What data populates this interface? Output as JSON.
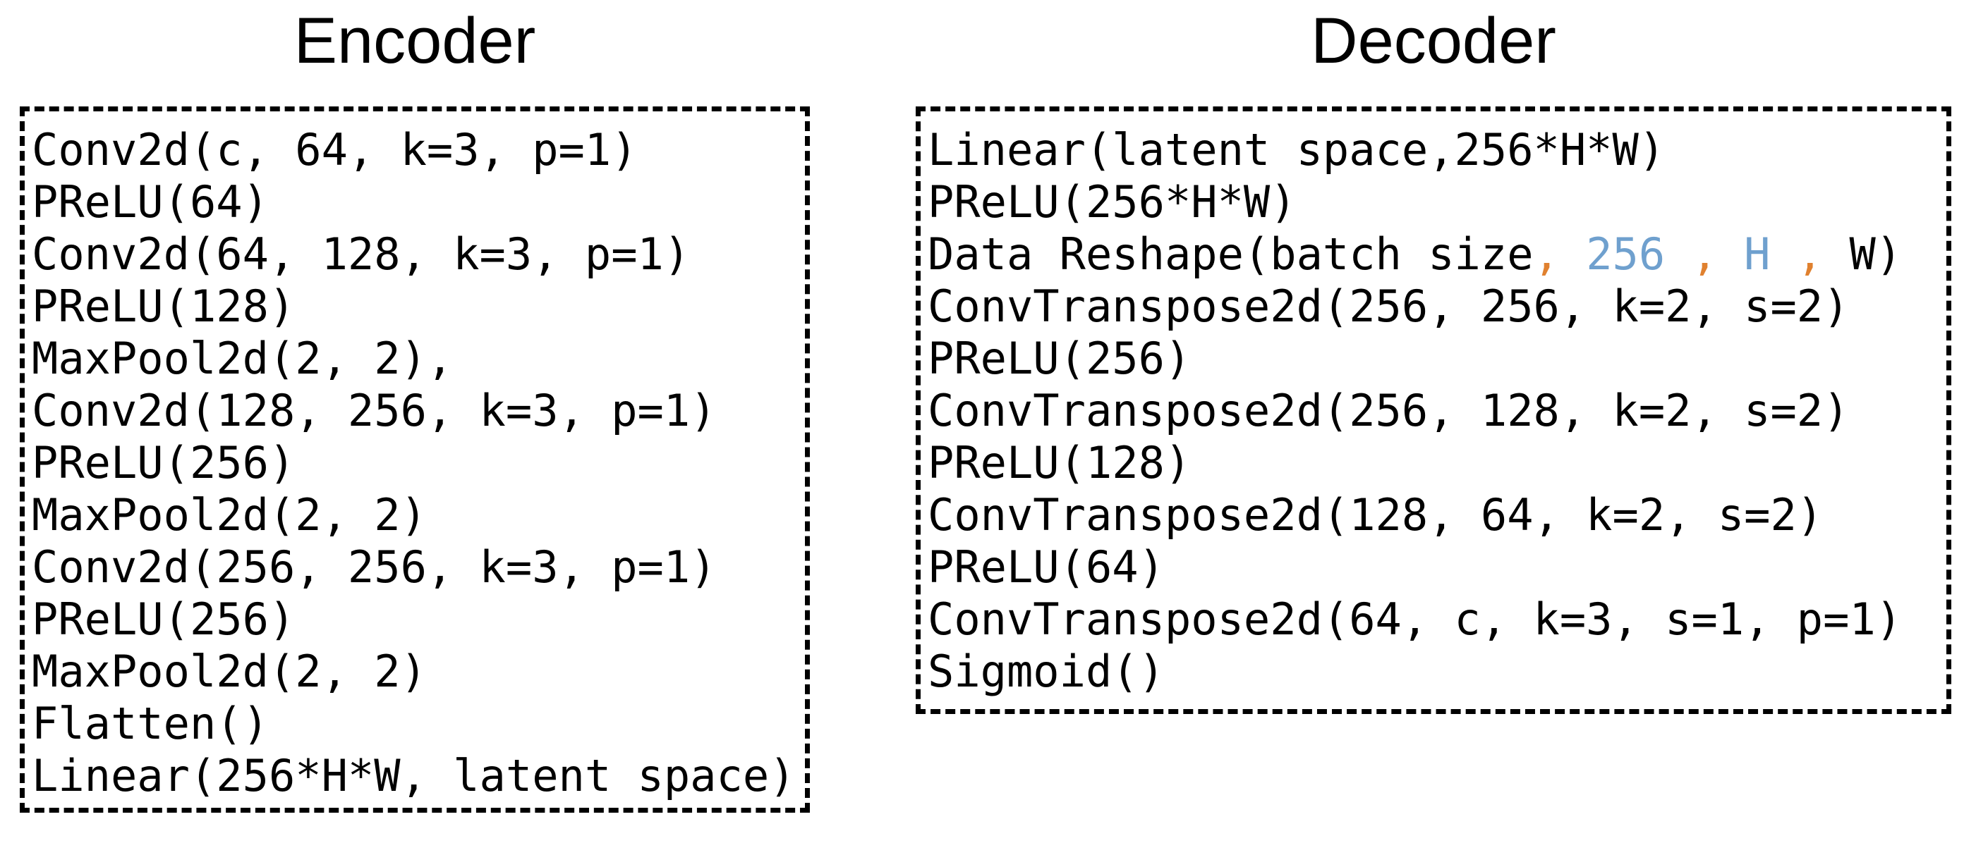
{
  "colors": {
    "default": "#000000",
    "blue": "#6FA0CE",
    "orange": "#E0812F",
    "border": "#000000",
    "background": "#ffffff"
  },
  "encoder": {
    "title": "Encoder",
    "layers": [
      "Conv2d(c, 64, k=3, p=1)",
      "PReLU(64)",
      "Conv2d(64, 128, k=3, p=1)",
      "PReLU(128)",
      "MaxPool2d(2, 2),",
      "Conv2d(128, 256, k=3, p=1)",
      "PReLU(256)",
      "MaxPool2d(2, 2)",
      "Conv2d(256, 256, k=3, p=1)",
      "PReLU(256)",
      "MaxPool2d(2, 2)",
      "Flatten()",
      "Linear(256*H*W, latent space)"
    ]
  },
  "decoder": {
    "title": "Decoder",
    "layers": [
      "Linear(latent space,256*H*W)",
      "PReLU(256*H*W)",
      [
        {
          "t": "Data Reshape(batch size",
          "c": "default"
        },
        {
          "t": ", ",
          "c": "orange"
        },
        {
          "t": "256",
          "c": "blue"
        },
        {
          "t": " , ",
          "c": "orange"
        },
        {
          "t": "H",
          "c": "blue"
        },
        {
          "t": " , ",
          "c": "orange"
        },
        {
          "t": "W)",
          "c": "default"
        }
      ],
      "ConvTranspose2d(256, 256, k=2, s=2)",
      "PReLU(256)",
      "ConvTranspose2d(256, 128, k=2, s=2)",
      "PReLU(128)",
      "ConvTranspose2d(128, 64, k=2, s=2)",
      "PReLU(64)",
      "ConvTranspose2d(64, c, k=3, s=1, p=1)",
      "Sigmoid()"
    ]
  }
}
